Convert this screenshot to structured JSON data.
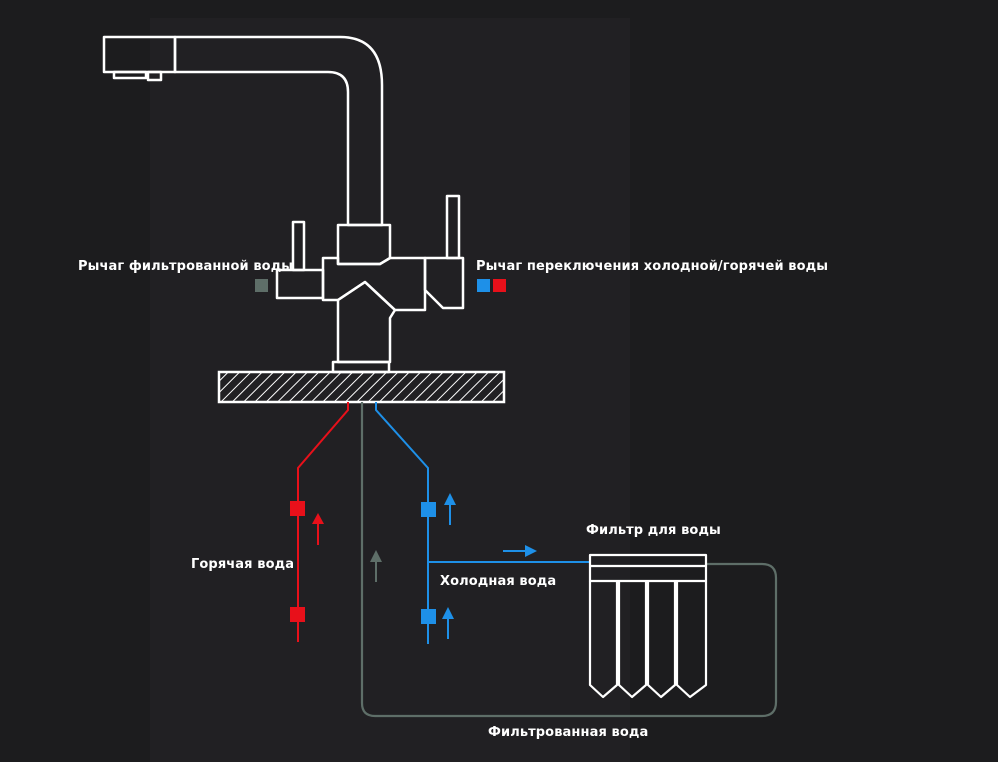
{
  "labels": {
    "filtered_lever": "Рычаг фильтрованной воды",
    "switch_lever": "Рычаг переключения холодной/горячей воды",
    "hot_water": "Горячая вода",
    "cold_water": "Холодная вода",
    "water_filter": "Фильтр для воды",
    "filtered_water": "Фильтрованная вода"
  },
  "colors": {
    "background": "#1c1c1e",
    "outline": "#ffffff",
    "hot": "#e8101a",
    "cold": "#1e90e8",
    "filtered": "#5e6e68"
  },
  "icons": {
    "filtered_lever_marker": "square-gray",
    "switch_lever_markers": [
      "square-blue",
      "square-red"
    ],
    "flow_arrows": [
      "arrow-up-red",
      "arrow-up-blue",
      "arrow-up-blue",
      "arrow-right-blue",
      "arrow-up-gray"
    ]
  }
}
